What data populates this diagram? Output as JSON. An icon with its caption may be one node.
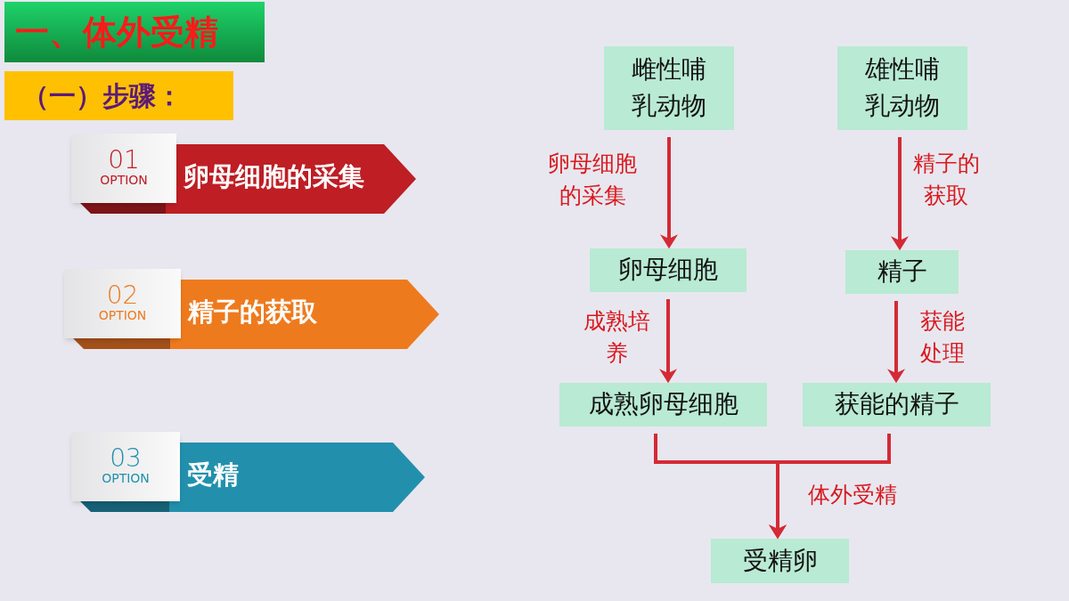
{
  "diagram": {
    "title": "一、体外受精",
    "nodes": [
      {
        "text": [
          "（一）步骤："
        ]
      },
      {
        "text": [
          "01",
          "OPTION",
          "卵母细胞的采集"
        ]
      },
      {
        "text": [
          "02",
          "OPTION",
          "精子的获取"
        ]
      },
      {
        "text": [
          "03",
          "OPTION",
          "受精"
        ]
      },
      {
        "text": [
          "雌性哺乳动物"
        ]
      },
      {
        "text": [
          "雄性哺乳动物"
        ]
      },
      {
        "text": [
          "卵母细胞"
        ]
      },
      {
        "text": [
          "精子"
        ]
      },
      {
        "text": [
          "成熟卵母细胞"
        ]
      },
      {
        "text": [
          "获能的精子"
        ]
      },
      {
        "text": [
          "受精卵"
        ]
      }
    ],
    "edges": [
      {
        "from": 4,
        "to": 6,
        "arrow": "to",
        "label": "卵母细胞的采集"
      },
      {
        "from": 5,
        "to": 7,
        "arrow": "to",
        "label": "精子的获取"
      },
      {
        "from": 6,
        "to": 8,
        "arrow": "to",
        "label": "成熟培养"
      },
      {
        "from": 7,
        "to": 9,
        "arrow": "to",
        "label": "获能处理"
      },
      {
        "from": 8,
        "to": 10,
        "arrow": "to",
        "label": "体外受精"
      },
      {
        "from": 9,
        "to": 10,
        "arrow": "to"
      }
    ]
  }
}
